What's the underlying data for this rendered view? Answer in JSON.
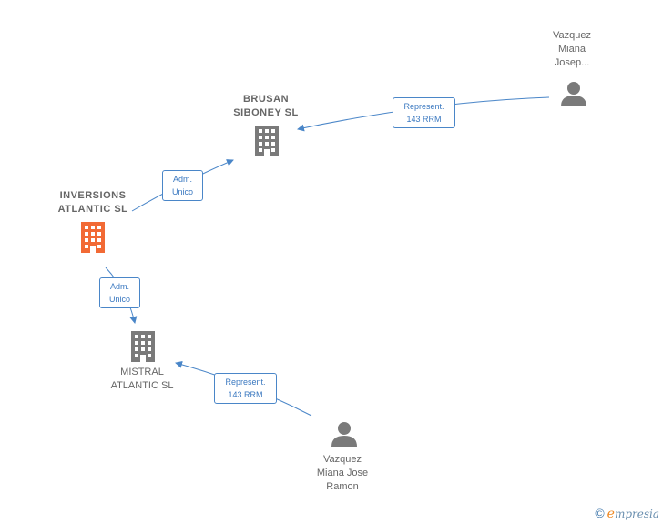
{
  "colors": {
    "edge": "#4a86c8",
    "building": "#7a7a7a",
    "building_main": "#f26a35",
    "person": "#7a7a7a",
    "text": "#666666"
  },
  "nodes": {
    "brusan": {
      "line1": "BRUSAN",
      "line2": "SIBONEY  SL",
      "icon": "building-icon"
    },
    "inversions": {
      "line1": "INVERSIONS",
      "line2": "ATLANTIC  SL",
      "icon": "building-icon"
    },
    "mistral": {
      "line1": "MISTRAL",
      "line2": "ATLANTIC  SL",
      "icon": "building-icon"
    },
    "vazquez_top": {
      "line1": "Vazquez",
      "line2": "Miana",
      "line3": "Josep...",
      "icon": "person-icon"
    },
    "vazquez_bottom": {
      "line1": "Vazquez",
      "line2": "Miana Jose",
      "line3": "Ramon",
      "icon": "person-icon"
    }
  },
  "edges": {
    "represent_top": {
      "line1": "Represent.",
      "line2": "143 RRM"
    },
    "adm_top": {
      "line1": "Adm.",
      "line2": "Unico"
    },
    "adm_bottom": {
      "line1": "Adm.",
      "line2": "Unico"
    },
    "represent_bottom": {
      "line1": "Represent.",
      "line2": "143 RRM"
    }
  },
  "footer": {
    "copyright": "©",
    "brand_e": "e",
    "brand_rest": "mpresia"
  }
}
